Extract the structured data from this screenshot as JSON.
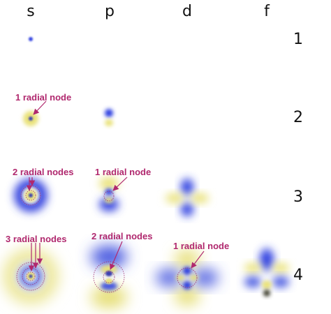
{
  "columns": [
    "s",
    "p",
    "d",
    "f"
  ],
  "rows": [
    "1",
    "2",
    "3",
    "4"
  ],
  "annotations": {
    "s2": "1 radial node",
    "s3": "2 radial nodes",
    "p3": "1 radial node",
    "s4": "3 radial nodes",
    "p4": "2 radial nodes",
    "d4": "1 radial node"
  },
  "colors": {
    "positive_lobe": "#2f3fe0",
    "negative_lobe": "#e9e27a",
    "annotation": "#b0286e",
    "node_ring": "#a03070"
  }
}
